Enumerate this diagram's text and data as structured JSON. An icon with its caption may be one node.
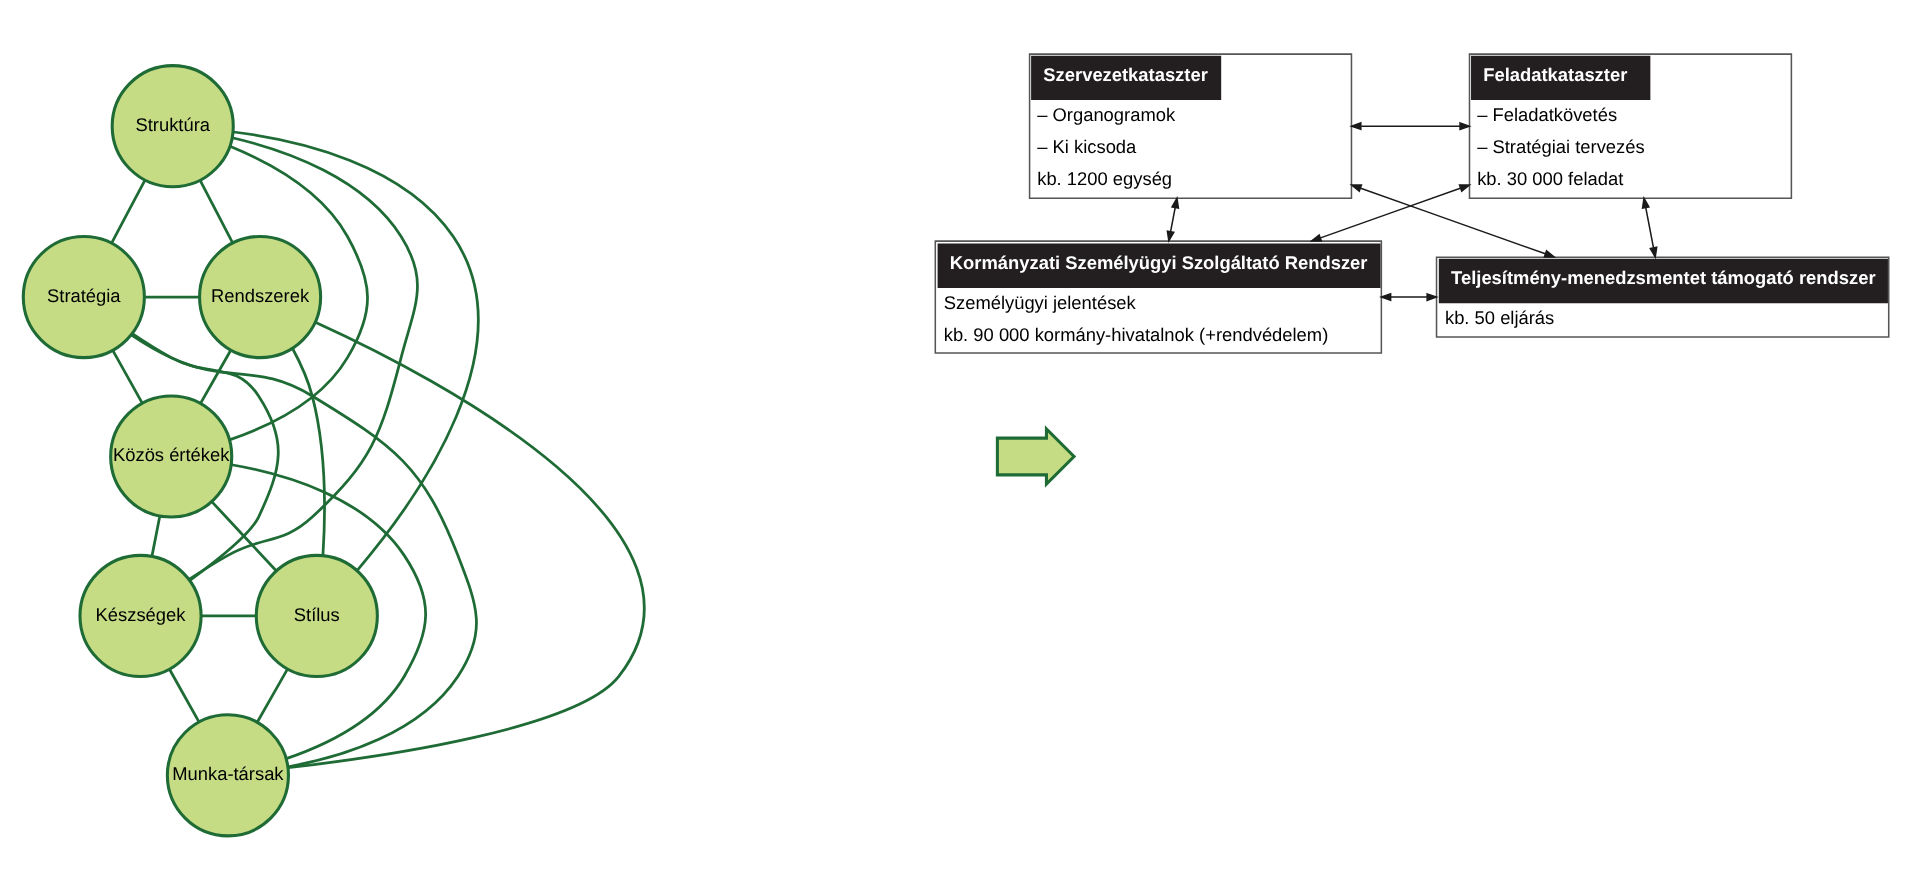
{
  "diagram": {
    "nodes": [
      {
        "text": [
          "Struktúra"
        ]
      },
      {
        "text": [
          "Stratégia"
        ]
      },
      {
        "text": [
          "Rendszerek"
        ]
      },
      {
        "text": [
          "Közös értékek"
        ]
      },
      {
        "text": [
          "Készségek"
        ]
      },
      {
        "text": [
          "Stílus"
        ]
      },
      {
        "text": [
          "Munka-társak"
        ]
      },
      {
        "text": [],
        "shape": "arrow"
      },
      {
        "text": [
          "Szervezetkataszter",
          "– Organogramok",
          "– Ki kicsoda",
          "kb. 1200 egység"
        ]
      },
      {
        "text": [
          "Feladatkataszter",
          "– Feladatkövetés",
          "– Stratégiai tervezés",
          "kb. 30 000 feladat"
        ]
      },
      {
        "text": [
          "Kormányzati Személyügyi Szolgáltató Rendszer",
          "Személyügyi jelentések",
          "kb. 90 000 kormány-hivatalnok (+rendvédelem)"
        ]
      },
      {
        "text": [
          "Teljesítmény-menedzsmentet támogató rendszer",
          "kb. 50 eljárás"
        ]
      }
    ],
    "edges": [
      {
        "from": 0,
        "to": 1,
        "arrow": "none"
      },
      {
        "from": 0,
        "to": 2,
        "arrow": "none"
      },
      {
        "from": 0,
        "to": 3,
        "arrow": "none"
      },
      {
        "from": 0,
        "to": 4,
        "arrow": "none"
      },
      {
        "from": 0,
        "to": 5,
        "arrow": "none"
      },
      {
        "from": 1,
        "to": 2,
        "arrow": "none"
      },
      {
        "from": 1,
        "to": 3,
        "arrow": "none"
      },
      {
        "from": 1,
        "to": 4,
        "arrow": "none"
      },
      {
        "from": 1,
        "to": 6,
        "arrow": "none"
      },
      {
        "from": 2,
        "to": 3,
        "arrow": "none"
      },
      {
        "from": 2,
        "to": 5,
        "arrow": "none"
      },
      {
        "from": 2,
        "to": 6,
        "arrow": "none"
      },
      {
        "from": 3,
        "to": 4,
        "arrow": "none"
      },
      {
        "from": 3,
        "to": 5,
        "arrow": "none"
      },
      {
        "from": 3,
        "to": 6,
        "arrow": "none"
      },
      {
        "from": 4,
        "to": 5,
        "arrow": "none"
      },
      {
        "from": 4,
        "to": 6,
        "arrow": "none"
      },
      {
        "from": 5,
        "to": 6,
        "arrow": "none"
      },
      {
        "from": 8,
        "to": 9,
        "arrow": "both",
        "color": "#1a1a1a"
      },
      {
        "from": 8,
        "to": 10,
        "arrow": "both",
        "color": "#1a1a1a"
      },
      {
        "from": 9,
        "to": 11,
        "arrow": "both",
        "color": "#1a1a1a"
      },
      {
        "from": 8,
        "to": 11,
        "arrow": "both",
        "color": "#1a1a1a"
      },
      {
        "from": 9,
        "to": 10,
        "arrow": "both",
        "color": "#1a1a1a"
      },
      {
        "from": 10,
        "to": 11,
        "arrow": "both",
        "color": "#1a1a1a"
      }
    ]
  }
}
